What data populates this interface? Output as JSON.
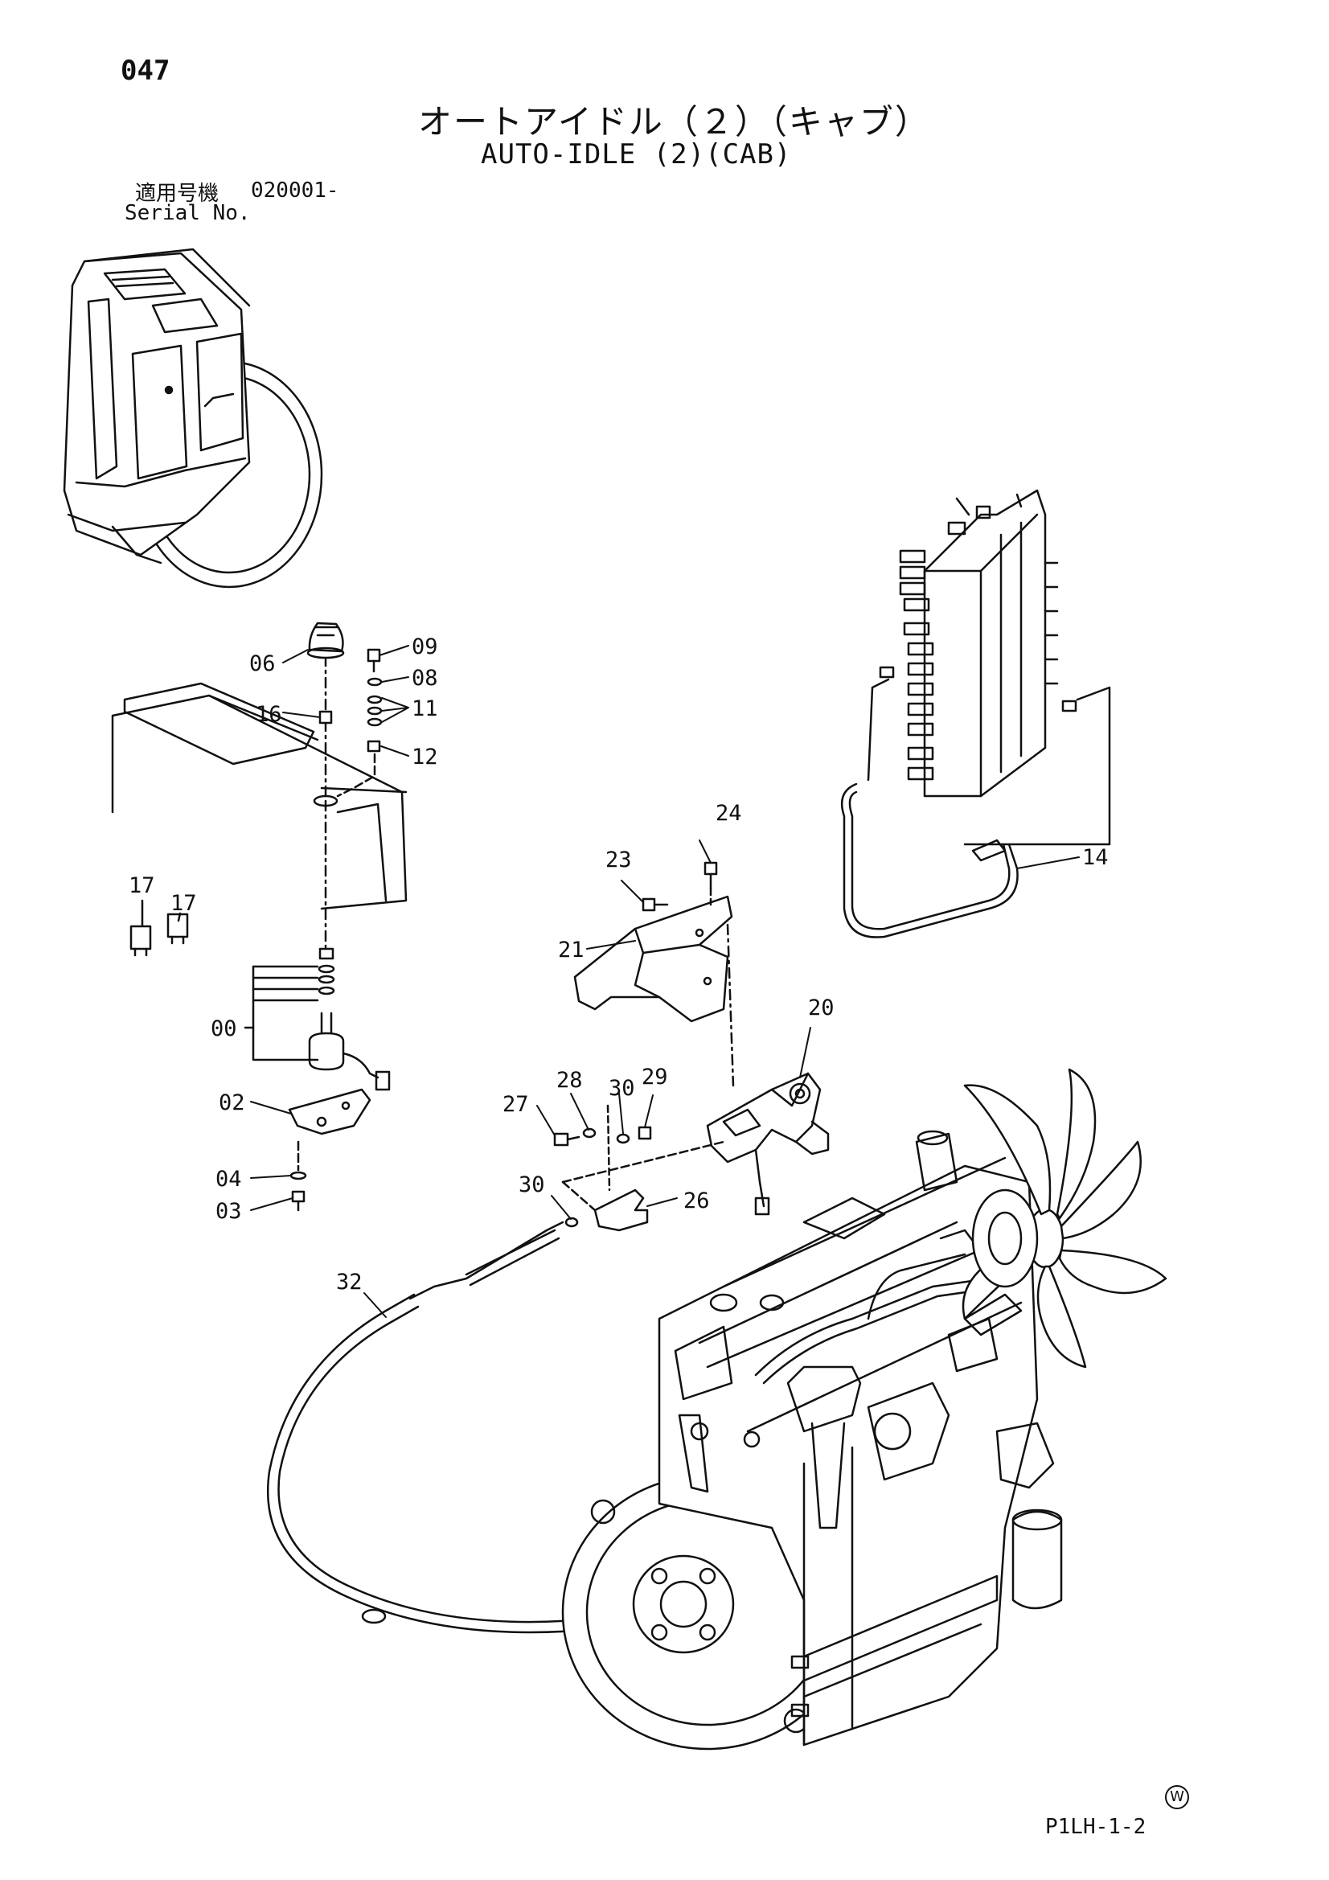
{
  "page_number": "047",
  "title_jp": "オートアイドル（２）（キャブ）",
  "title_en": "AUTO-IDLE (2)(CAB)",
  "serial": {
    "label_jp": "適用号機",
    "value": "020001-",
    "label_en": "Serial No."
  },
  "parts": {
    "p00": "00",
    "p02": "02",
    "p03": "03",
    "p04": "04",
    "p06": "06",
    "p08": "08",
    "p09": "09",
    "p11": "11",
    "p12": "12",
    "p14": "14",
    "p16": "16",
    "p17a": "17",
    "p17b": "17",
    "p20": "20",
    "p21": "21",
    "p23": "23",
    "p24": "24",
    "p26": "26",
    "p27": "27",
    "p28": "28",
    "p29": "29",
    "p30a": "30",
    "p30b": "30",
    "p32": "32"
  },
  "footer": {
    "code": "P1LH-1-2",
    "mark": "W"
  }
}
